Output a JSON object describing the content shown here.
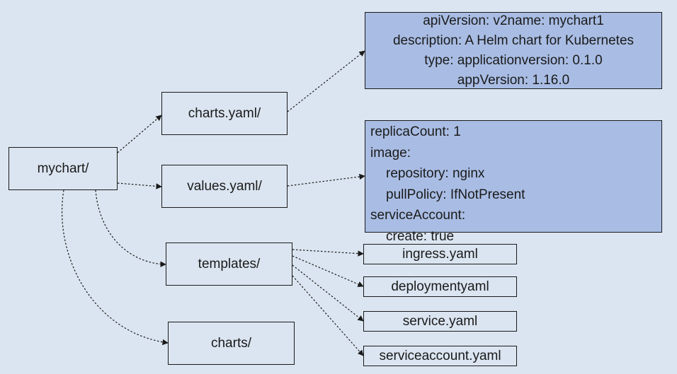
{
  "nodes": {
    "root": "mychart/",
    "charts_yaml": "charts.yaml/",
    "values_yaml": "values.yaml/",
    "templates": "templates/",
    "charts_dir": "charts/",
    "ingress": "ingress.yaml",
    "deployment": "deploymentyaml",
    "service": "service.yaml",
    "serviceaccount": "serviceaccount.yaml"
  },
  "chart_info": [
    "apiVersion: v2name: mychart1",
    "description: A Helm chart for Kubernetes",
    "type: applicationversion: 0.1.0",
    "appVersion: 1.16.0"
  ],
  "values_info": [
    "replicaCount: 1",
    "image:",
    "repository: nginx",
    "pullPolicy: IfNotPresent",
    "serviceAccount:",
    "create: true"
  ],
  "colors": {
    "background": "#dbe5f1",
    "info_fill": "#a9bde4",
    "border": "#1a1a1a"
  }
}
